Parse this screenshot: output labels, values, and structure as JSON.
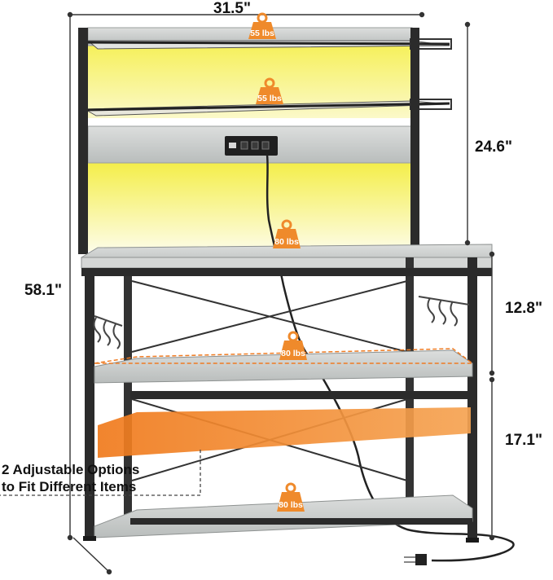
{
  "dimensions": {
    "width": "31.5\"",
    "total_height": "58.1\"",
    "hutch_height": "24.6\"",
    "upper_shelf_gap": "12.8\"",
    "lower_shelf_gap": "17.1\""
  },
  "load_ratings": {
    "top_shelf": "55 lbs",
    "second_shelf": "55 lbs",
    "countertop": "80 lbs",
    "middle_shelf": "80 lbs",
    "bottom_shelf": "80 lbs"
  },
  "callout": {
    "line1": "2 Adjustable Options",
    "line2": "to Fit Different Items"
  },
  "colors": {
    "frame": "#2b2b2b",
    "wood": "#cfd2d2",
    "led_glow": "#f3ef49",
    "adjustable_shelf": "#f28a2a",
    "weight_icon": "#ef8a2b"
  }
}
